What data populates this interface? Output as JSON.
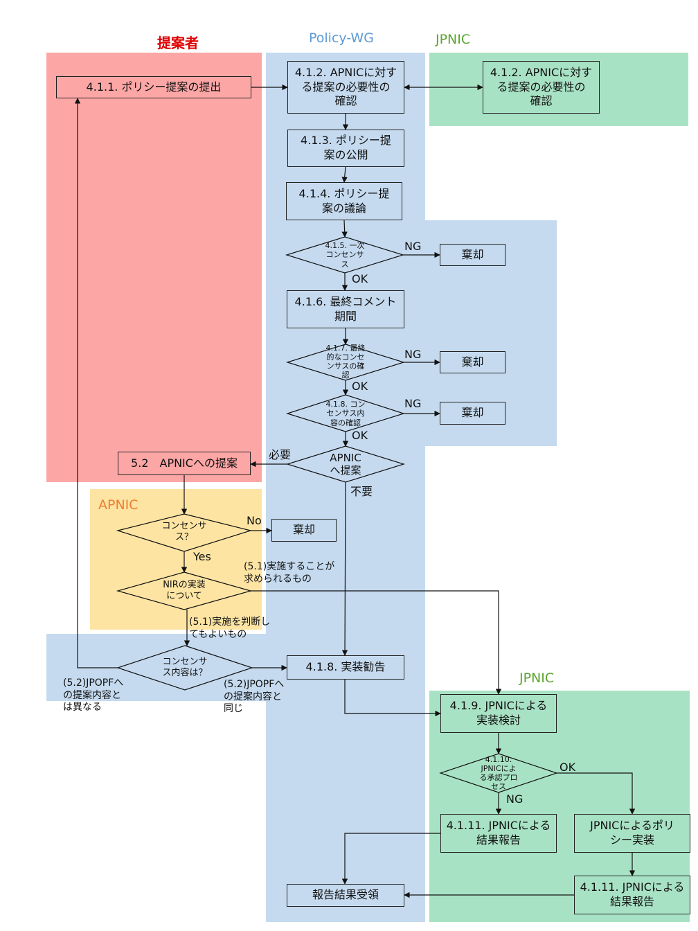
{
  "colors": {
    "proposer_zone": "#fca6a6",
    "policywg_zone": "#c5daef",
    "jpnic_zone": "#a8e2c4",
    "apnic_zone": "#fde4a3",
    "proposer_title": "#e00000",
    "policywg_title": "#5b9bd5",
    "jpnic_title": "#5aa530",
    "apnic_title": "#ed7d31"
  },
  "lanes": {
    "proposer": "提案者",
    "policy_wg": "Policy-WG",
    "jpnic_top": "JPNIC",
    "apnic": "APNIC",
    "jpnic_bottom": "JPNIC"
  },
  "boxes": {
    "submit": "4.1.1. ポリシー提案の提出",
    "check_wg": "4.1.2. APNICに対す\nる提案の必要性の\n確認",
    "check_jpnic": "4.1.2. APNICに対す\nる提案の必要性の\n確認",
    "publish": "4.1.3. ポリシー提\n案の公開",
    "discuss": "4.1.4. ポリシー提\n案の議論",
    "reject1": "棄却",
    "final_comment": "4.1.6. 最終コメント\n期間",
    "reject2": "棄却",
    "reject3": "棄却",
    "apnic_propose": "5.2　APNICへの提案",
    "reject4": "棄却",
    "recommend": "4.1.8. 実装勧告",
    "jpnic_review": "4.1.9. JPNICによる\n実装検討",
    "result_report": "4.1.11. JPNICによる\n結果報告",
    "jpnic_impl": "JPNICによるポリ\nシー実装",
    "result_report2": "4.1.11. JPNICによる\n結果報告",
    "receive": "報告結果受領"
  },
  "diamonds": {
    "consensus1": "4.1.5. 一次\nコンセンサ\nス",
    "consensus2": "4.1.7. 最終\n的なコンセ\nンサスの確\n認",
    "consensus3": "4.1.8. コン\nセンサス内\n容の確認",
    "to_apnic": "APNIC\nへ提案",
    "apnic_consensus": "コンセンサ\nス？",
    "nir_impl": "NIRの実装\nについて",
    "content": "コンセンサ\nス内容は？",
    "approval": "4.1.10.\nJPNICによ\nる承認プロ\nセス"
  },
  "labels": {
    "ng1": "NG",
    "ok1": "OK",
    "ng2": "NG",
    "ok2": "OK",
    "ng3": "NG",
    "ok3": "OK",
    "needed": "必要",
    "not_needed": "不要",
    "no": "No",
    "yes": "Yes",
    "required": "(5.1)実施することが\n求められるもの",
    "optional": "(5.1)実施を判断し\nてもよいもの",
    "different": "(5.2)JPOPFへ\nの提案内容と\nは異なる",
    "same": "(5.2)JPOPFへ\nの提案内容と\n同じ",
    "ok4": "OK",
    "ng4": "NG"
  }
}
